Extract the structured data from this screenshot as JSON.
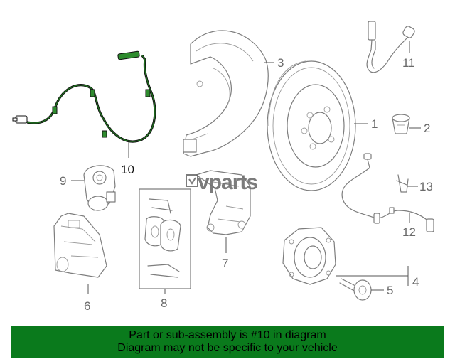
{
  "callouts": {
    "c1": "1",
    "c2": "2",
    "c3": "3",
    "c4": "4",
    "c5": "5",
    "c6": "6",
    "c7": "7",
    "c8": "8",
    "c9": "9",
    "c10": "10",
    "c11": "11",
    "c12": "12",
    "c13": "13"
  },
  "highlight_part": "10",
  "watermark": {
    "brand": "vparts"
  },
  "banner": {
    "line1": "Part or sub-assembly is #10 in diagram",
    "line2": "Diagram may not be specific to your vehicle",
    "color": "#0a7a1c"
  },
  "colors": {
    "highlight": "#1f6e1f",
    "outline": "#7d7d7d"
  }
}
